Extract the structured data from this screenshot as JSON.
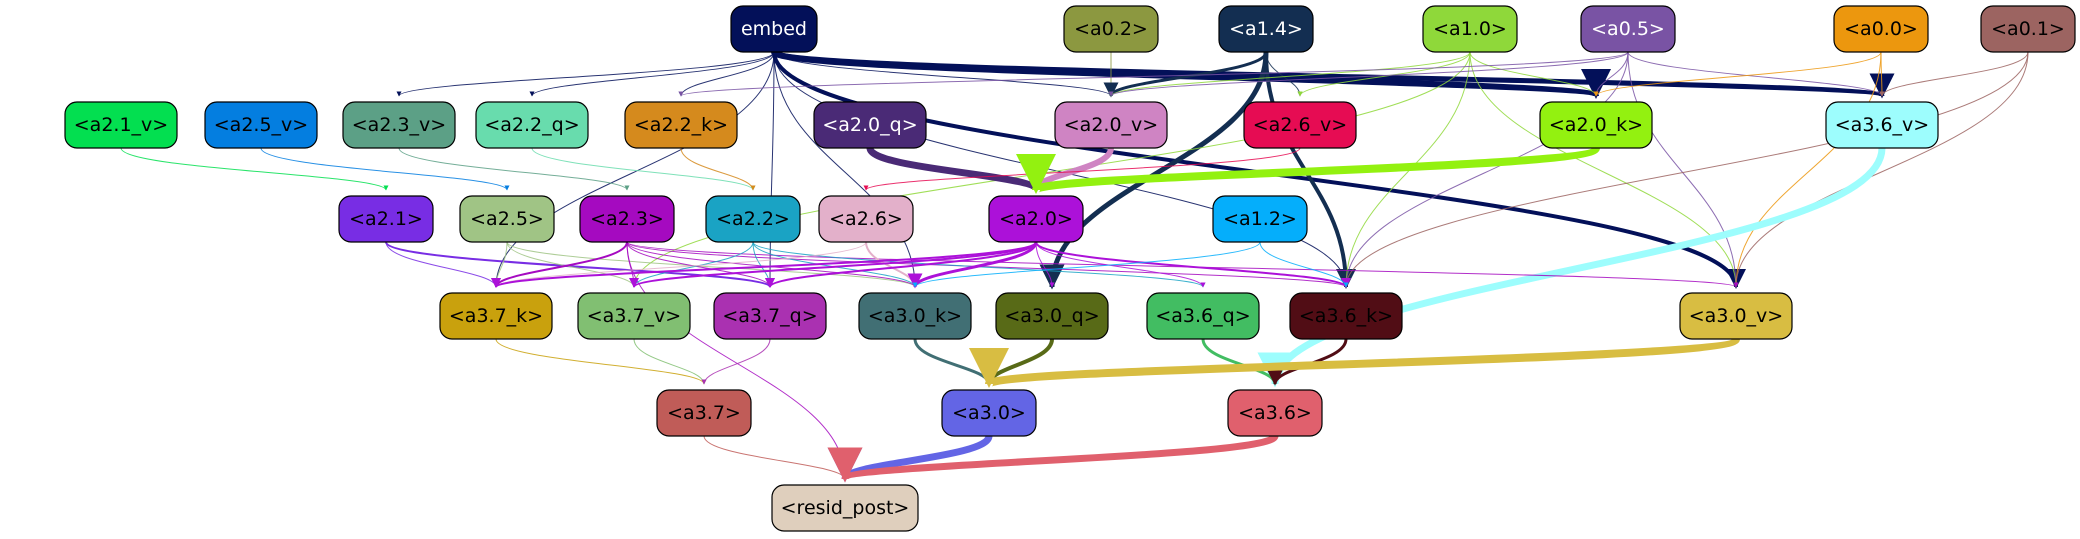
{
  "nodes": [
    {
      "id": "embed",
      "label": "embed",
      "fill": "#031059",
      "text": "#ffffff"
    },
    {
      "id": "a0_2",
      "label": "<a0.2>",
      "fill": "#8c9840",
      "text": "#000000"
    },
    {
      "id": "a1_4",
      "label": "<a1.4>",
      "fill": "#132e51",
      "text": "#ffffff"
    },
    {
      "id": "a1_0",
      "label": "<a1.0>",
      "fill": "#8fd83a",
      "text": "#000000"
    },
    {
      "id": "a0_5",
      "label": "<a0.5>",
      "fill": "#7953a4",
      "text": "#ffffff"
    },
    {
      "id": "a0_0",
      "label": "<a0.0>",
      "fill": "#ec970e",
      "text": "#000000"
    },
    {
      "id": "a0_1",
      "label": "<a0.1>",
      "fill": "#9c6461",
      "text": "#000000"
    },
    {
      "id": "a2_1_v",
      "label": "<a2.1_v>",
      "fill": "#03df50",
      "text": "#000000"
    },
    {
      "id": "a2_5_v",
      "label": "<a2.5_v>",
      "fill": "#047ee0",
      "text": "#000000"
    },
    {
      "id": "a2_3_v",
      "label": "<a2.3_v>",
      "fill": "#5ca086",
      "text": "#000000"
    },
    {
      "id": "a2_2_q",
      "label": "<a2.2_q>",
      "fill": "#68dcad",
      "text": "#000000"
    },
    {
      "id": "a2_2_k",
      "label": "<a2.2_k>",
      "fill": "#d58a1d",
      "text": "#000000"
    },
    {
      "id": "a2_0_q",
      "label": "<a2.0_q>",
      "fill": "#4a2a76",
      "text": "#ffffff"
    },
    {
      "id": "a2_0_v",
      "label": "<a2.0_v>",
      "fill": "#cf84c3",
      "text": "#000000"
    },
    {
      "id": "a2_6_v",
      "label": "<a2.6_v>",
      "fill": "#e60c53",
      "text": "#000000"
    },
    {
      "id": "a2_0_k",
      "label": "<a2.0_k>",
      "fill": "#93f110",
      "text": "#000000"
    },
    {
      "id": "a3_6_v",
      "label": "<a3.6_v>",
      "fill": "#9dfdfd",
      "text": "#000000"
    },
    {
      "id": "a2_1",
      "label": "<a2.1>",
      "fill": "#782de4",
      "text": "#000000"
    },
    {
      "id": "a2_5",
      "label": "<a2.5>",
      "fill": "#a0c485",
      "text": "#000000"
    },
    {
      "id": "a2_3",
      "label": "<a2.3>",
      "fill": "#a50ac0",
      "text": "#000000"
    },
    {
      "id": "a2_2",
      "label": "<a2.2>",
      "fill": "#1aa3c4",
      "text": "#000000"
    },
    {
      "id": "a2_6",
      "label": "<a2.6>",
      "fill": "#e3b0ca",
      "text": "#000000"
    },
    {
      "id": "a2_0",
      "label": "<a2.0>",
      "fill": "#ac11d9",
      "text": "#000000"
    },
    {
      "id": "a1_2",
      "label": "<a1.2>",
      "fill": "#05aefb",
      "text": "#000000"
    },
    {
      "id": "a3_7_k",
      "label": "<a3.7_k>",
      "fill": "#c9a10d",
      "text": "#000000"
    },
    {
      "id": "a3_7_v",
      "label": "<a3.7_v>",
      "fill": "#81bf72",
      "text": "#000000"
    },
    {
      "id": "a3_7_q",
      "label": "<a3.7_q>",
      "fill": "#aa31b1",
      "text": "#000000"
    },
    {
      "id": "a3_0_k",
      "label": "<a3.0_k>",
      "fill": "#416f74",
      "text": "#000000"
    },
    {
      "id": "a3_0_q",
      "label": "<a3.0_q>",
      "fill": "#586a17",
      "text": "#000000"
    },
    {
      "id": "a3_6_q",
      "label": "<a3.6_q>",
      "fill": "#42bd62",
      "text": "#000000"
    },
    {
      "id": "a3_6_k",
      "label": "<a3.6_k>",
      "fill": "#510d15",
      "text": "#000000"
    },
    {
      "id": "a3_0_v",
      "label": "<a3.0_v>",
      "fill": "#d8bd42",
      "text": "#000000"
    },
    {
      "id": "a3_7",
      "label": "<a3.7>",
      "fill": "#c05c58",
      "text": "#000000"
    },
    {
      "id": "a3_0",
      "label": "<a3.0>",
      "fill": "#6365e5",
      "text": "#000000"
    },
    {
      "id": "a3_6",
      "label": "<a3.6>",
      "fill": "#e0606d",
      "text": "#000000"
    },
    {
      "id": "resid_post",
      "label": "<resid_post>",
      "fill": "#dfcfbd",
      "text": "#000000"
    }
  ],
  "edges": [
    {
      "from": "embed",
      "to": "a3_6_v",
      "color": "#031059",
      "weight": 5
    },
    {
      "from": "embed",
      "to": "a2_0_k",
      "color": "#031059",
      "weight": 6
    },
    {
      "from": "embed",
      "to": "a3_0_v",
      "color": "#031059",
      "weight": 4
    },
    {
      "from": "embed",
      "to": "a3_6_k",
      "color": "#031059",
      "weight": 1
    },
    {
      "from": "embed",
      "to": "a3_0_k",
      "color": "#031059",
      "weight": 1
    },
    {
      "from": "embed",
      "to": "a2_0_v",
      "color": "#031059",
      "weight": 1
    },
    {
      "from": "embed",
      "to": "a2_2_k",
      "color": "#031059",
      "weight": 1
    },
    {
      "from": "embed",
      "to": "a2_2_q",
      "color": "#031059",
      "weight": 1
    },
    {
      "from": "embed",
      "to": "a2_3_v",
      "color": "#031059",
      "weight": 1
    },
    {
      "from": "embed",
      "to": "a3_7_k",
      "color": "#031059",
      "weight": 1
    },
    {
      "from": "embed",
      "to": "a3_7_q",
      "color": "#031059",
      "weight": 1
    },
    {
      "from": "a0_2",
      "to": "a2_0_v",
      "color": "#8c9840",
      "weight": 1
    },
    {
      "from": "a1_4",
      "to": "a2_0_v",
      "color": "#132e51",
      "weight": 3
    },
    {
      "from": "a1_4",
      "to": "a2_6_v",
      "color": "#132e51",
      "weight": 1
    },
    {
      "from": "a1_4",
      "to": "a3_0_q",
      "color": "#132e51",
      "weight": 5
    },
    {
      "from": "a1_4",
      "to": "a3_6_k",
      "color": "#132e51",
      "weight": 4
    },
    {
      "from": "a1_0",
      "to": "a2_0_v",
      "color": "#8fd83a",
      "weight": 1
    },
    {
      "from": "a1_0",
      "to": "a2_6_v",
      "color": "#8fd83a",
      "weight": 1
    },
    {
      "from": "a1_0",
      "to": "a2_0_k",
      "color": "#8fd83a",
      "weight": 1
    },
    {
      "from": "a1_0",
      "to": "a3_0_v",
      "color": "#8fd83a",
      "weight": 1
    },
    {
      "from": "a1_0",
      "to": "a3_6_k",
      "color": "#8fd83a",
      "weight": 1
    },
    {
      "from": "a1_0",
      "to": "a3_7_v",
      "color": "#8fd83a",
      "weight": 1
    },
    {
      "from": "a0_5",
      "to": "a2_0_k",
      "color": "#7953a4",
      "weight": 1
    },
    {
      "from": "a0_5",
      "to": "a3_6_v",
      "color": "#7953a4",
      "weight": 1
    },
    {
      "from": "a0_5",
      "to": "a3_0_v",
      "color": "#7953a4",
      "weight": 1
    },
    {
      "from": "a0_5",
      "to": "a3_6_k",
      "color": "#7953a4",
      "weight": 1
    },
    {
      "from": "a0_5",
      "to": "a2_0_v",
      "color": "#7953a4",
      "weight": 1
    },
    {
      "from": "a0_5",
      "to": "a2_2_k",
      "color": "#7953a4",
      "weight": 1
    },
    {
      "from": "a0_0",
      "to": "a3_6_v",
      "color": "#ec970e",
      "weight": 1
    },
    {
      "from": "a0_0",
      "to": "a2_0_k",
      "color": "#ec970e",
      "weight": 1
    },
    {
      "from": "a0_0",
      "to": "a3_0_v",
      "color": "#ec970e",
      "weight": 1
    },
    {
      "from": "a0_1",
      "to": "a3_6_v",
      "color": "#9c6461",
      "weight": 1
    },
    {
      "from": "a0_1",
      "to": "a3_0_v",
      "color": "#9c6461",
      "weight": 1
    },
    {
      "from": "a0_1",
      "to": "a3_6_k",
      "color": "#9c6461",
      "weight": 1
    },
    {
      "from": "a2_1_v",
      "to": "a2_1",
      "color": "#03df50",
      "weight": 1
    },
    {
      "from": "a2_5_v",
      "to": "a2_5",
      "color": "#047ee0",
      "weight": 1
    },
    {
      "from": "a2_3_v",
      "to": "a2_3",
      "color": "#5ca086",
      "weight": 1
    },
    {
      "from": "a2_2_q",
      "to": "a2_2",
      "color": "#68dcad",
      "weight": 1
    },
    {
      "from": "a2_2_k",
      "to": "a2_2",
      "color": "#d58a1d",
      "weight": 1
    },
    {
      "from": "a2_0_q",
      "to": "a2_0",
      "color": "#4a2a76",
      "weight": 7
    },
    {
      "from": "a2_0_v",
      "to": "a2_0",
      "color": "#cf84c3",
      "weight": 6
    },
    {
      "from": "a2_6_v",
      "to": "a2_6",
      "color": "#e60c53",
      "weight": 1
    },
    {
      "from": "a2_0_k",
      "to": "a2_0",
      "color": "#93f110",
      "weight": 8
    },
    {
      "from": "a3_6_v",
      "to": "a3_6",
      "color": "#9dfdfd",
      "weight": 7
    },
    {
      "from": "a2_1",
      "to": "a3_7_k",
      "color": "#782de4",
      "weight": 1
    },
    {
      "from": "a2_1",
      "to": "a3_7_q",
      "color": "#782de4",
      "weight": 2
    },
    {
      "from": "a2_5",
      "to": "a3_7_k",
      "color": "#a0c485",
      "weight": 1
    },
    {
      "from": "a2_5",
      "to": "a3_7_v",
      "color": "#a0c485",
      "weight": 1
    },
    {
      "from": "a2_5",
      "to": "a3_0_k",
      "color": "#a0c485",
      "weight": 1
    },
    {
      "from": "a2_3",
      "to": "a3_7_k",
      "color": "#a50ac0",
      "weight": 2
    },
    {
      "from": "a2_3",
      "to": "a3_7_v",
      "color": "#a50ac0",
      "weight": 1
    },
    {
      "from": "a2_3",
      "to": "a3_7_q",
      "color": "#a50ac0",
      "weight": 1
    },
    {
      "from": "a2_3",
      "to": "a3_0_k",
      "color": "#a50ac0",
      "weight": 1
    },
    {
      "from": "a2_3",
      "to": "a3_6_k",
      "color": "#a50ac0",
      "weight": 1
    },
    {
      "from": "a2_3",
      "to": "a3_0_v",
      "color": "#a50ac0",
      "weight": 1
    },
    {
      "from": "a2_3",
      "to": "resid_post",
      "color": "#a50ac0",
      "weight": 1
    },
    {
      "from": "a2_2",
      "to": "a3_7_v",
      "color": "#1aa3c4",
      "weight": 1
    },
    {
      "from": "a2_2",
      "to": "a3_7_q",
      "color": "#1aa3c4",
      "weight": 1
    },
    {
      "from": "a2_2",
      "to": "a3_0_k",
      "color": "#1aa3c4",
      "weight": 1
    },
    {
      "from": "a2_2",
      "to": "a3_6_q",
      "color": "#1aa3c4",
      "weight": 1
    },
    {
      "from": "a2_6",
      "to": "a3_0_k",
      "color": "#e3b0ca",
      "weight": 2
    },
    {
      "from": "a2_6",
      "to": "a3_7_k",
      "color": "#e3b0ca",
      "weight": 1
    },
    {
      "from": "a2_0",
      "to": "a3_7_k",
      "color": "#ac11d9",
      "weight": 2
    },
    {
      "from": "a2_0",
      "to": "a3_7_v",
      "color": "#ac11d9",
      "weight": 2
    },
    {
      "from": "a2_0",
      "to": "a3_7_q",
      "color": "#ac11d9",
      "weight": 2
    },
    {
      "from": "a2_0",
      "to": "a3_0_k",
      "color": "#ac11d9",
      "weight": 3
    },
    {
      "from": "a2_0",
      "to": "a3_0_q",
      "color": "#ac11d9",
      "weight": 1
    },
    {
      "from": "a2_0",
      "to": "a3_6_q",
      "color": "#ac11d9",
      "weight": 1
    },
    {
      "from": "a2_0",
      "to": "a3_6_k",
      "color": "#ac11d9",
      "weight": 2
    },
    {
      "from": "a1_2",
      "to": "a3_6_k",
      "color": "#05aefb",
      "weight": 1
    },
    {
      "from": "a1_2",
      "to": "a3_0_k",
      "color": "#05aefb",
      "weight": 1
    },
    {
      "from": "a3_7_k",
      "to": "a3_7",
      "color": "#c9a10d",
      "weight": 1
    },
    {
      "from": "a3_7_v",
      "to": "a3_7",
      "color": "#81bf72",
      "weight": 1
    },
    {
      "from": "a3_7_q",
      "to": "a3_7",
      "color": "#aa31b1",
      "weight": 1
    },
    {
      "from": "a3_0_k",
      "to": "a3_0",
      "color": "#416f74",
      "weight": 3
    },
    {
      "from": "a3_0_q",
      "to": "a3_0",
      "color": "#586a17",
      "weight": 4
    },
    {
      "from": "a3_6_q",
      "to": "a3_6",
      "color": "#42bd62",
      "weight": 3
    },
    {
      "from": "a3_6_k",
      "to": "a3_6",
      "color": "#510d15",
      "weight": 3
    },
    {
      "from": "a3_0_v",
      "to": "a3_0",
      "color": "#d8bd42",
      "weight": 8
    },
    {
      "from": "a3_7",
      "to": "resid_post",
      "color": "#c05c58",
      "weight": 1
    },
    {
      "from": "a3_0",
      "to": "resid_post",
      "color": "#6365e5",
      "weight": 7
    },
    {
      "from": "a3_6",
      "to": "resid_post",
      "color": "#e0606d",
      "weight": 7
    }
  ]
}
